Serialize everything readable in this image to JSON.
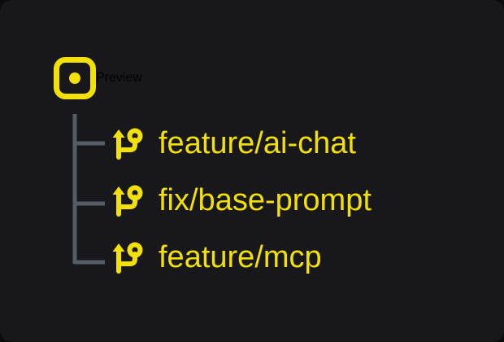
{
  "panel": {
    "background_color": "#18181c",
    "outer_background_color": "#0b0b0d",
    "accent_color": "#F2E007",
    "connector_color": "#565c66"
  },
  "tree": {
    "root": {
      "label": "Preview",
      "icon": "preview-square-dot-icon"
    },
    "branches": [
      {
        "label": "feature/ai-chat",
        "icon": "git-branch-icon"
      },
      {
        "label": "fix/base-prompt",
        "icon": "git-branch-icon"
      },
      {
        "label": "feature/mcp",
        "icon": "git-branch-icon"
      }
    ]
  }
}
